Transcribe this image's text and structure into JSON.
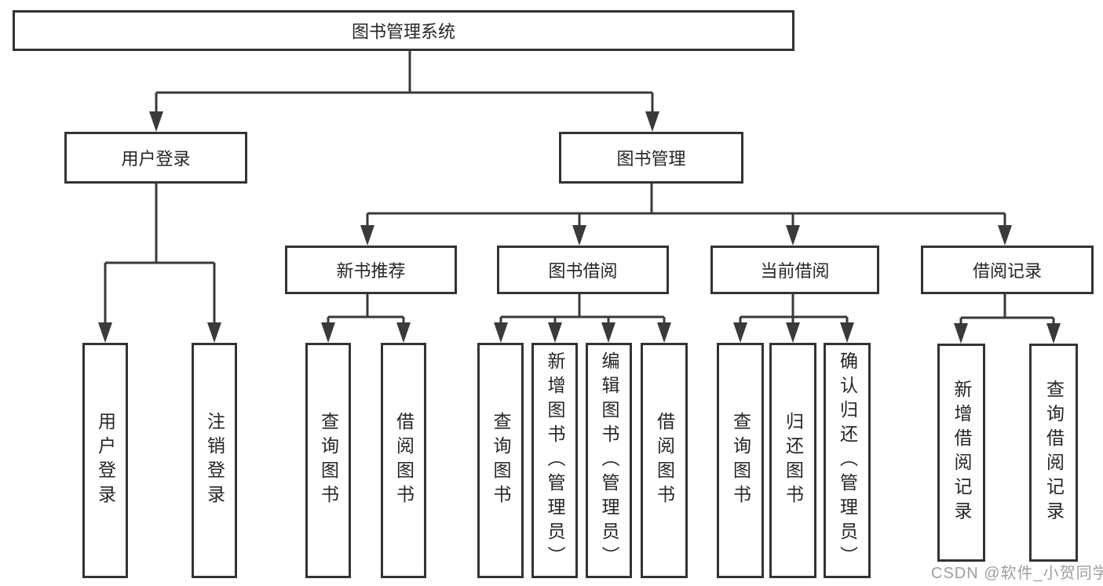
{
  "colors": {
    "line": "#3a3a3a",
    "box_border": "#333333",
    "text": "#262626",
    "watermark": "#9e9e9e",
    "background": "#ffffff"
  },
  "watermark": {
    "text": "CSDN @软件_小贺同学"
  },
  "tree": {
    "root": {
      "label": "图书管理系统"
    },
    "branches": [
      {
        "label": "用户登录",
        "leaves": [
          {
            "label": "用户登录"
          },
          {
            "label": "注销登录"
          }
        ]
      },
      {
        "label": "图书管理",
        "groups": [
          {
            "label": "新书推荐",
            "leaves": [
              {
                "label": "查询图书"
              },
              {
                "label": "借阅图书"
              }
            ]
          },
          {
            "label": "图书借阅",
            "leaves": [
              {
                "label": "查询图书"
              },
              {
                "label": "新增图书（管理员）"
              },
              {
                "label": "编辑图书（管理员）"
              },
              {
                "label": "借阅图书"
              }
            ]
          },
          {
            "label": "当前借阅",
            "leaves": [
              {
                "label": "查询图书"
              },
              {
                "label": "归还图书"
              },
              {
                "label": "确认归还（管理员）"
              }
            ]
          },
          {
            "label": "借阅记录",
            "leaves": [
              {
                "label": "新增借阅记录"
              },
              {
                "label": "查询借阅记录"
              }
            ]
          }
        ]
      }
    ]
  }
}
